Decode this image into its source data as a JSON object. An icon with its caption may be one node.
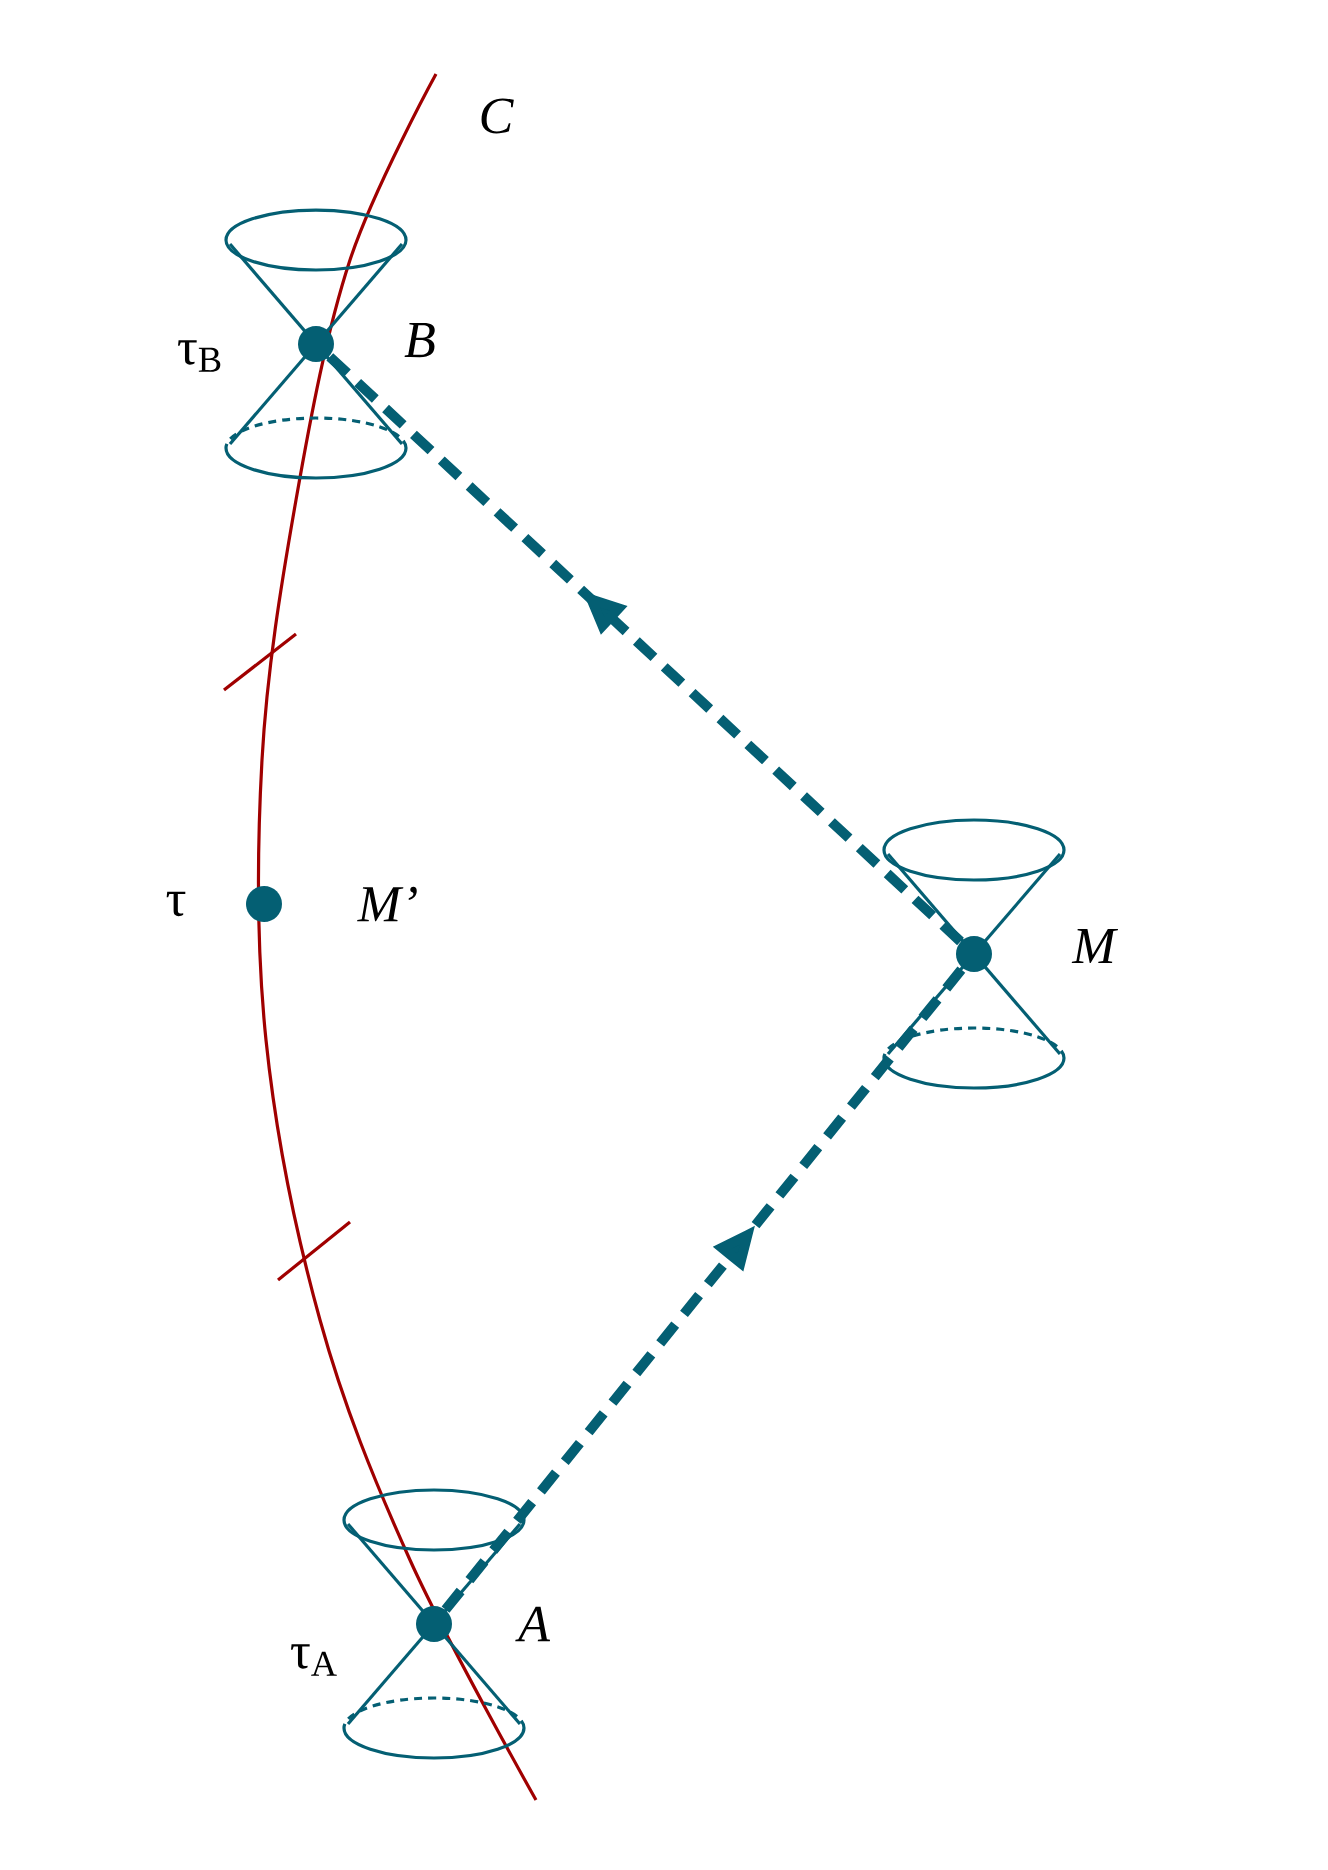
{
  "diagram": {
    "nodes": [
      {
        "text": [
          "A"
        ],
        "beside": [
          "τ$_{A}$"
        ]
      },
      {
        "text": [
          "M"
        ]
      },
      {
        "text": [
          "B"
        ],
        "beside": [
          "τ$_{B}$"
        ]
      },
      {
        "text": [
          "M’"
        ],
        "beside": [
          "τ"
        ]
      }
    ],
    "edges": [
      {
        "from": 0,
        "to": 1,
        "arrow": "to",
        "style": "dashed"
      },
      {
        "from": 1,
        "to": 2,
        "arrow": "to",
        "style": "dashed"
      }
    ],
    "labels": [
      "C"
    ]
  }
}
